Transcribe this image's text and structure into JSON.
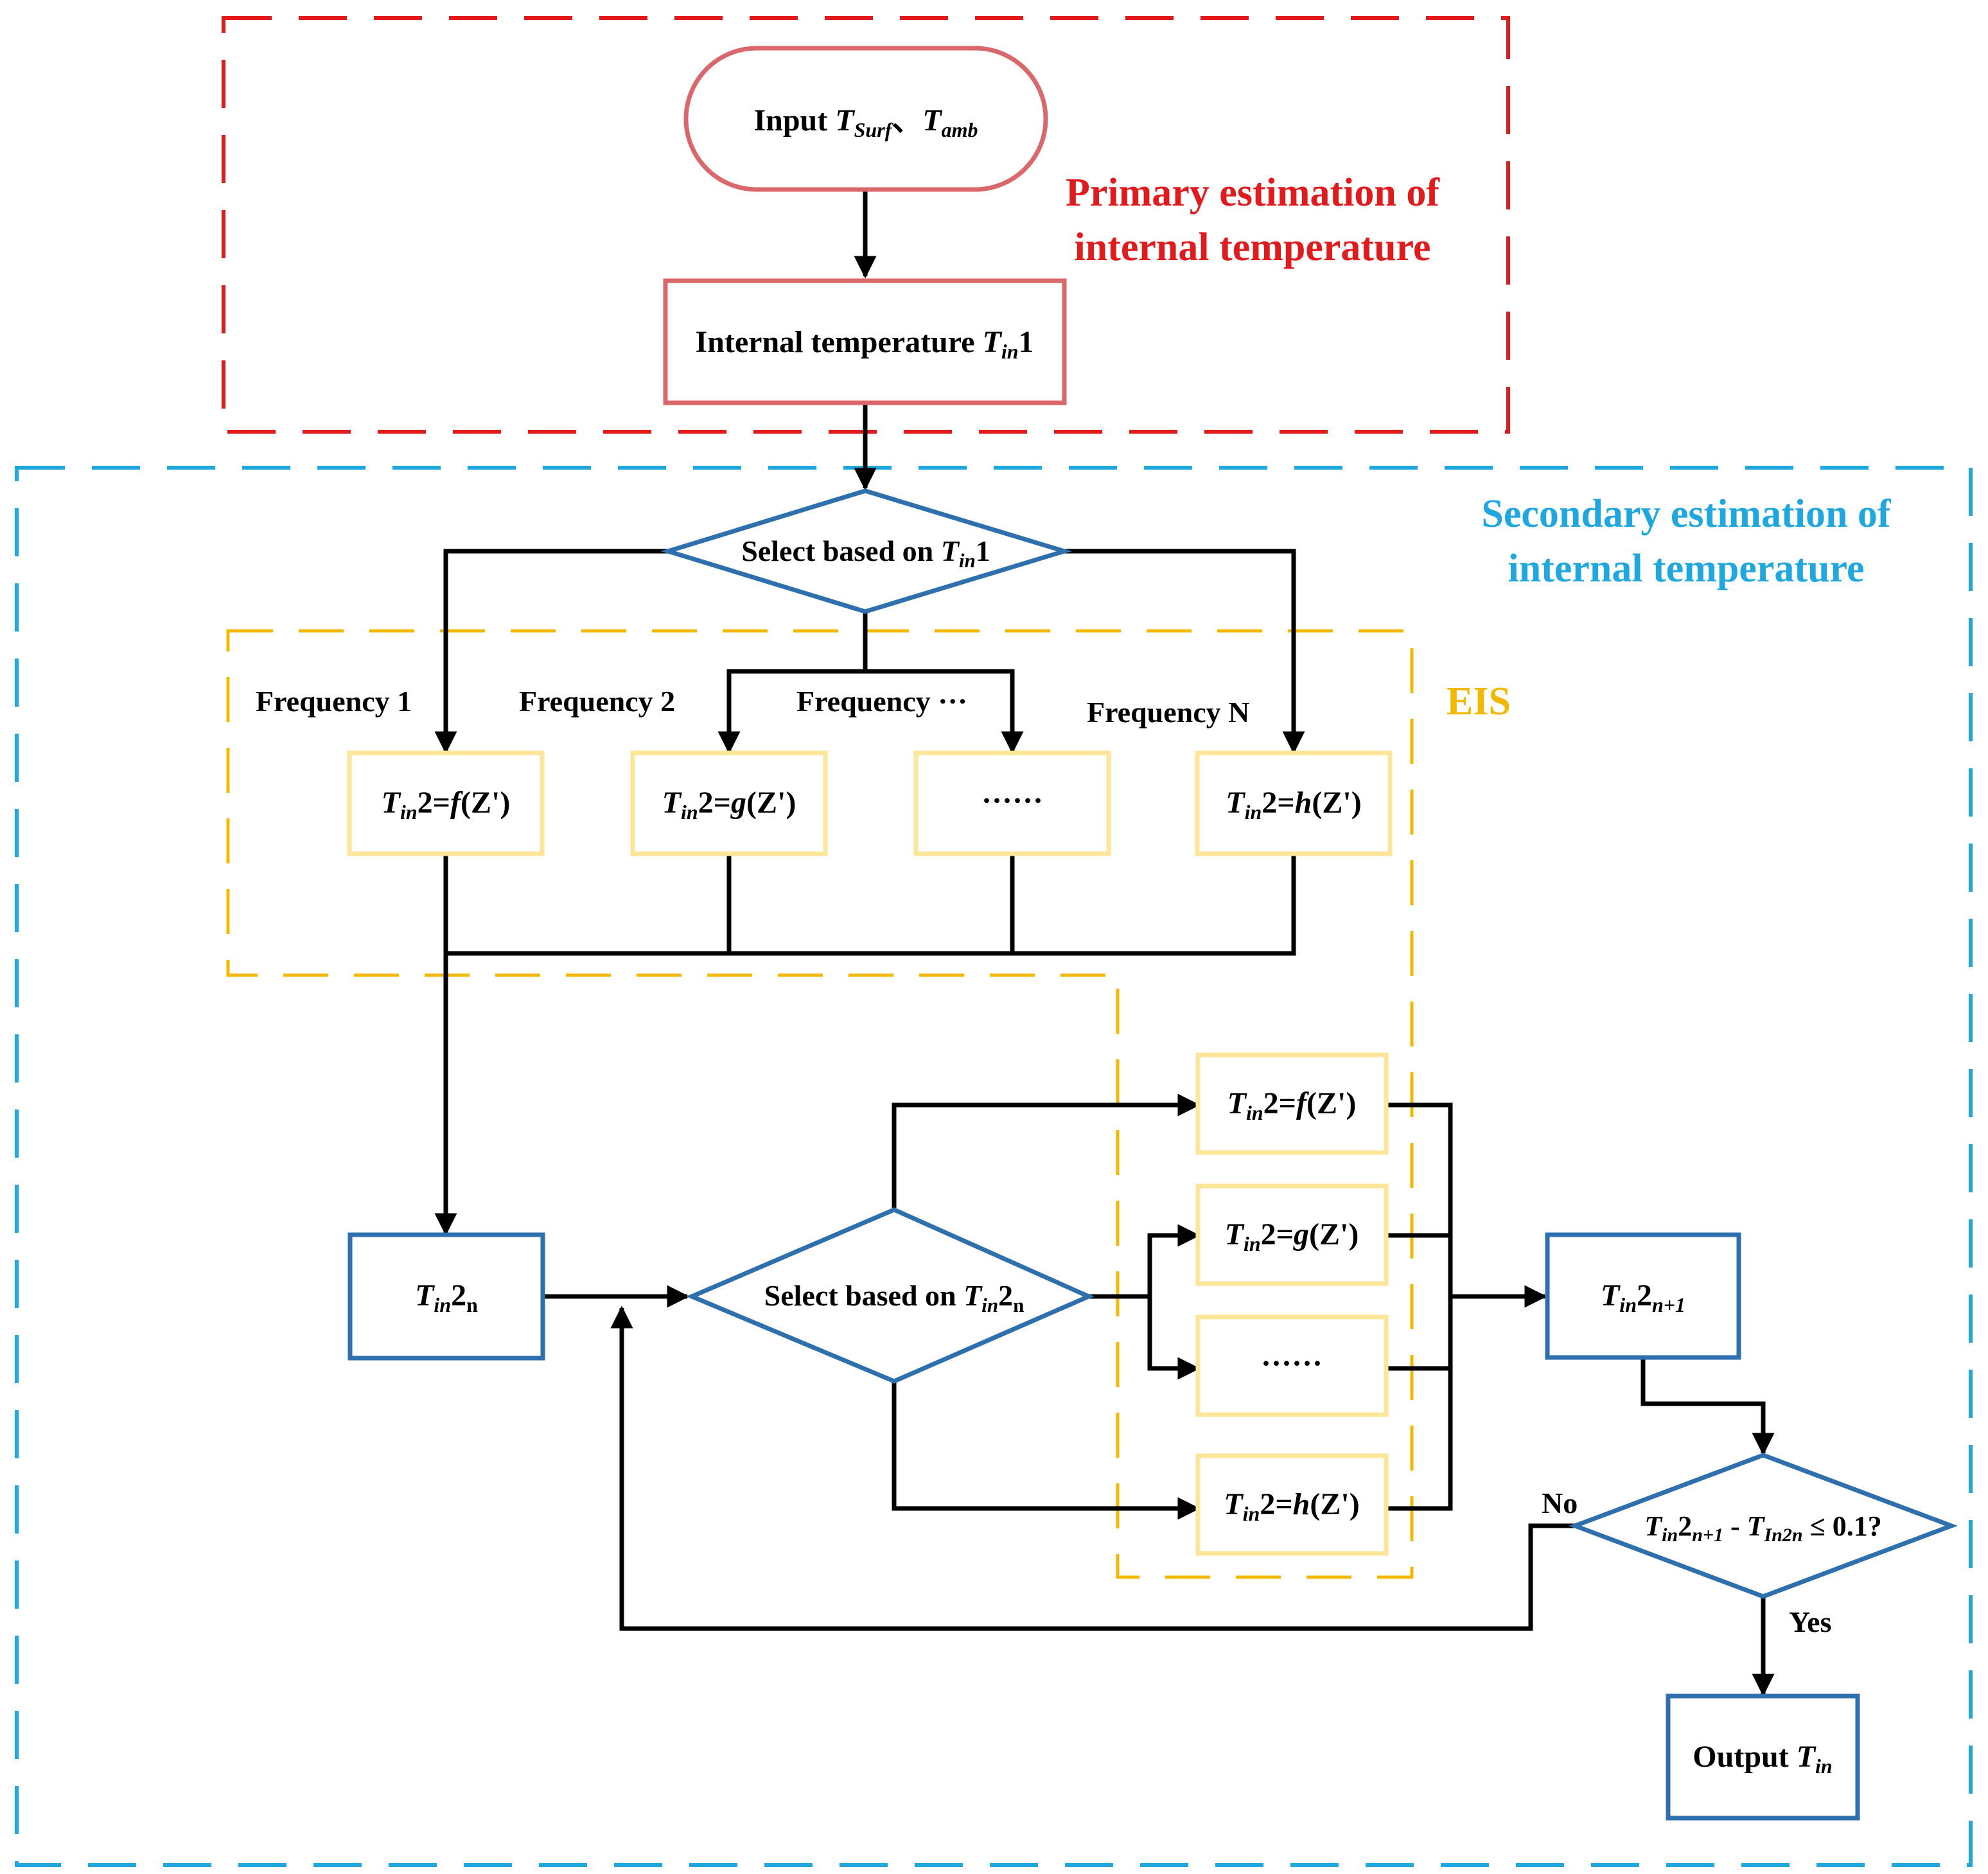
{
  "colors": {
    "primary_region": "#e31a1c",
    "secondary_region": "#1fa7e0",
    "eis_region": "#f5b800",
    "input_border": "#d9676b",
    "blue_box": "#2e6fad",
    "yellow_box": "#fde59a"
  },
  "regions": {
    "primary_label_line1": "Primary estimation of",
    "primary_label_line2": "internal temperature",
    "secondary_label_line1": "Secondary estimation of",
    "secondary_label_line2": "internal temperature",
    "eis_label": "EIS"
  },
  "input": {
    "prefix": "Input ",
    "t": "T",
    "sub1": "Surf",
    "sep": "、",
    "t2": "T",
    "sub2": "amb"
  },
  "internal": {
    "prefix": "Internal temperature ",
    "t": "T",
    "sub": "in",
    "suffix": "1"
  },
  "select1": {
    "prefix": "Select based on ",
    "t": "T",
    "sub": "in",
    "suffix": "1"
  },
  "frequencies": [
    "Frequency 1",
    "Frequency 2",
    "Frequency ···",
    "Frequency N"
  ],
  "formulas": [
    {
      "t": "T",
      "sub": "in",
      "mid": "2=",
      "fn": "f",
      "arg": "(Z')"
    },
    {
      "t": "T",
      "sub": "in",
      "mid": "2=",
      "fn": "g",
      "arg": "(Z')"
    },
    {
      "dots": "······"
    },
    {
      "t": "T",
      "sub": "in",
      "mid": "2=",
      "fn": "h",
      "arg": "(Z')"
    }
  ],
  "tin2n": {
    "t": "T",
    "sub": "in",
    "mid": "2",
    "sub2": "n"
  },
  "select2": {
    "prefix": "Select based on ",
    "t": "T",
    "sub": "in",
    "mid": "2",
    "sub2": "n"
  },
  "tin2n1": {
    "t": "T",
    "sub": "in",
    "mid": "2",
    "sub2": "n+1"
  },
  "check": {
    "t": "T",
    "sub": "in",
    "mid": "2",
    "sub2": "n+1",
    "minus": " - ",
    "t2": "T",
    "sub3": "In2n",
    "cond": " ≤ 0.1?"
  },
  "no_label": "No",
  "yes_label": "Yes",
  "output": {
    "prefix": "Output ",
    "t": "T",
    "sub": "in"
  }
}
